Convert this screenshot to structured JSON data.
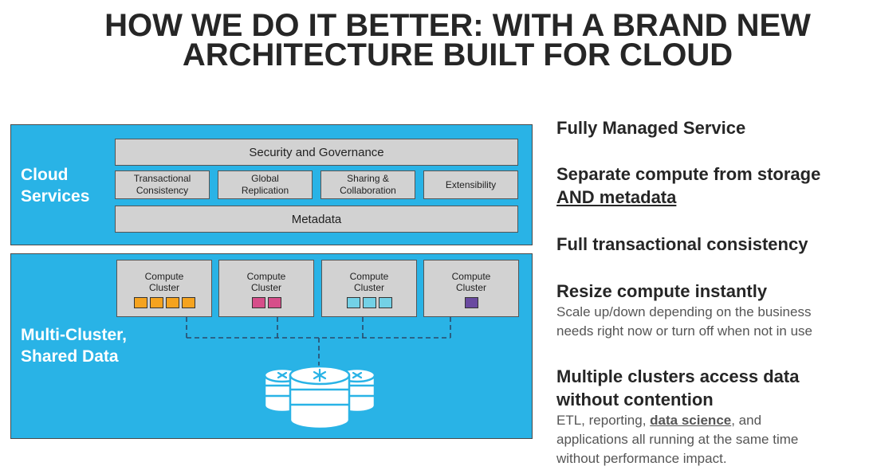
{
  "title": {
    "line1": "HOW WE DO IT BETTER: WITH A BRAND NEW",
    "line2": "ARCHITECTURE BUILT FOR CLOUD"
  },
  "diagram": {
    "cloud_services": {
      "label_line1": "Cloud",
      "label_line2": "Services",
      "security_governance": "Security and Governance",
      "services": [
        {
          "line1": "Transactional",
          "line2": "Consistency"
        },
        {
          "line1": "Global",
          "line2": "Replication"
        },
        {
          "line1": "Sharing &",
          "line2": "Collaboration"
        },
        {
          "line1": "Extensibility",
          "line2": ""
        }
      ],
      "metadata": "Metadata"
    },
    "multi_cluster": {
      "label_line1": "Multi-Cluster,",
      "label_line2": "Shared Data",
      "clusters": [
        {
          "line1": "Compute",
          "line2": "Cluster",
          "node_color": "#f5a31f",
          "node_count": 4
        },
        {
          "line1": "Compute",
          "line2": "Cluster",
          "node_color": "#d64e8a",
          "node_count": 2
        },
        {
          "line1": "Compute",
          "line2": "Cluster",
          "node_color": "#73d1e6",
          "node_count": 3
        },
        {
          "line1": "Compute",
          "line2": "Cluster",
          "node_color": "#6a4aa0",
          "node_count": 1
        }
      ],
      "storage_icon": "database-stack-icon"
    },
    "colors": {
      "panel": "#29b3e6",
      "box": "#d2d2d2",
      "connector": "#2a4a6a"
    }
  },
  "bullets": [
    {
      "heading_line1": "Fully Managed Service",
      "heading_line2": "",
      "sub": []
    },
    {
      "heading_line1": "Separate compute from storage",
      "heading_line2": "AND metadata",
      "sub": []
    },
    {
      "heading_line1": "Full transactional consistency",
      "heading_line2": "",
      "sub": []
    },
    {
      "heading_line1": "Resize compute instantly",
      "heading_line2": "",
      "sub": [
        "Scale up/down depending on the business",
        "needs right now or turn off when not in use"
      ]
    },
    {
      "heading_line1": "Multiple clusters access data",
      "heading_line2": "without contention",
      "sub_line1_a": "ETL, reporting, ",
      "sub_line1_link": "data science",
      "sub_line1_b": ", and",
      "sub_line2": "applications all running at the same time",
      "sub_line3": "without performance impact."
    }
  ]
}
